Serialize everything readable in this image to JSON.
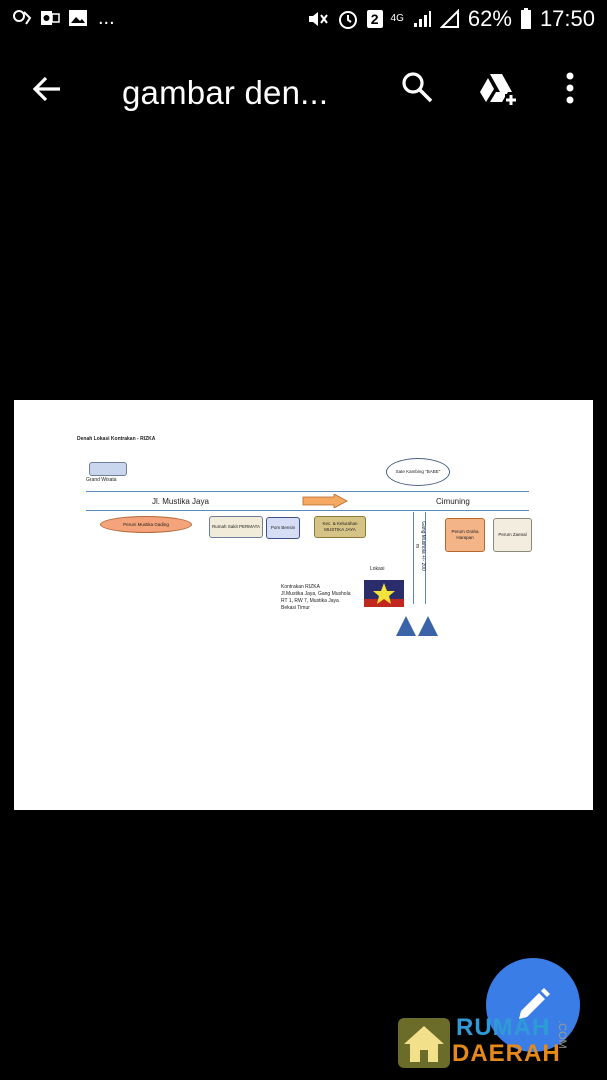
{
  "status_bar": {
    "more_indicator": "...",
    "sim_badge": "2",
    "network": "4G",
    "battery": "62%",
    "time": "17:50",
    "left_icons": [
      "gallery-notification-icon",
      "outlook-icon",
      "image-icon"
    ],
    "right_icons": [
      "mute-icon",
      "alarm-icon",
      "sim-icon",
      "signal-icon",
      "signal-icon",
      "battery-icon"
    ]
  },
  "app_bar": {
    "title": "gambar den...",
    "icons": [
      "back-arrow-icon",
      "search-icon",
      "drive-add-icon",
      "more-vert-icon"
    ]
  },
  "document": {
    "heading": "Denah Lokasi Kontrakan - RIZKA",
    "grand_wisata": "Grand Wisata",
    "sate": "Sate Kambing \"BABE\"",
    "jl_mustika": "Jl. Mustika Jaya",
    "cimuning": "Cimuning",
    "perum_mustika": "Perum Mustika Gading",
    "rumah_sakit": "Rumah Sakit PERMATA",
    "pom": "Pom Bensin",
    "kec": "Kec. & Kelurahan MUSTIKA JAYA",
    "gang": "Gang Mushola +/- 200 m",
    "perum_graha": "Perum Graha Harapan",
    "perum_zaenal": "Perum Zaenal",
    "lokasi": "Lokasi",
    "address": [
      "Kontrakan RIZKA",
      "Jl.Mustika Jaya, Gang Mushola",
      "RT 1, RW 7, Mustika Jaya",
      "Bekasi Timur"
    ]
  },
  "watermark": {
    "top": "RUMAH",
    "bottom": "DAERAH",
    "suffix": ".COM"
  },
  "colors": {
    "background": "#000000",
    "fab": "#3b7de6",
    "road": "#5a8ac0"
  }
}
